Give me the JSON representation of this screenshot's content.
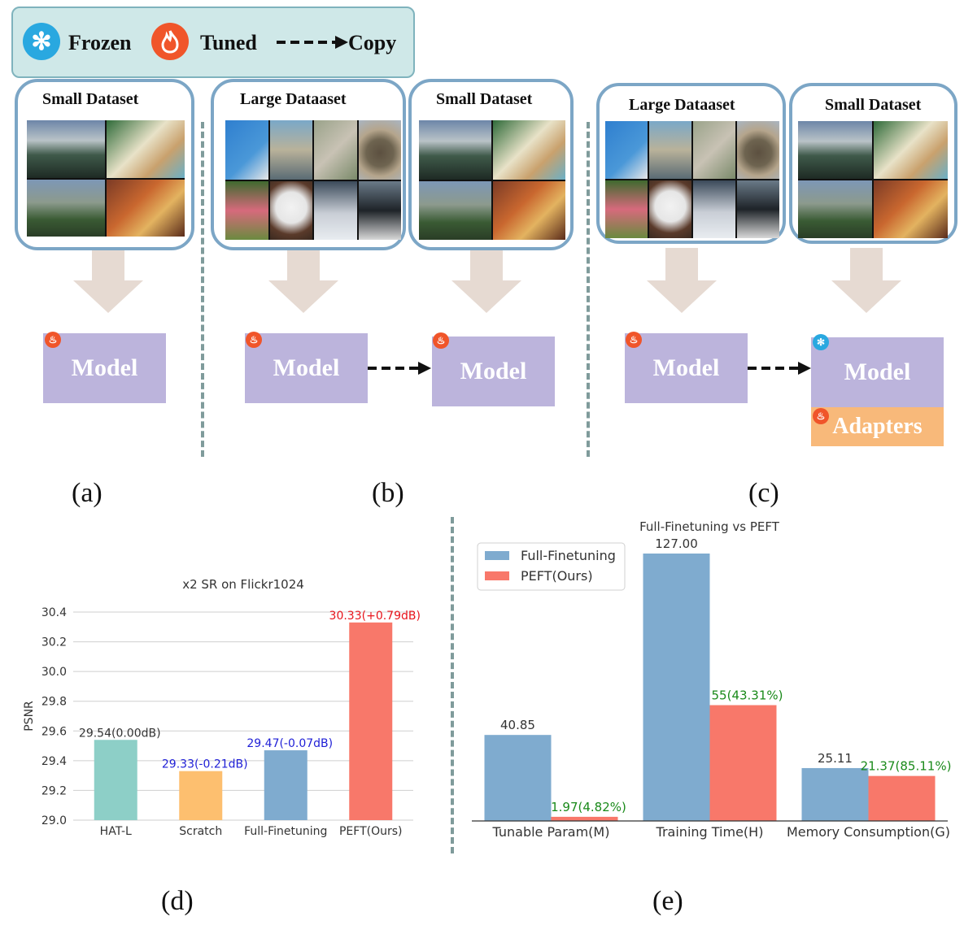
{
  "legend": {
    "frozen_label": "Frozen",
    "tuned_label": "Tuned",
    "copy_label": "Copy",
    "frozen_icon": "snowflake-icon",
    "tuned_icon": "flame-icon",
    "frozen_color": "#29a8e0",
    "tuned_color": "#f0552a"
  },
  "panels": {
    "a": {
      "label": "(a)",
      "dataset": "Small Dataset",
      "model": "Model"
    },
    "b": {
      "label": "(b)",
      "dataset_large": "Large Dataaset",
      "dataset_small": "Small Dataset",
      "model_1": "Model",
      "model_2": "Model"
    },
    "c": {
      "label": "(c)",
      "dataset_large": "Large Dataaset",
      "dataset_small": "Small Dataset",
      "model_1": "Model",
      "model_2": "Model",
      "adapters": "Adapters"
    },
    "d": {
      "label": "(d)"
    },
    "e": {
      "label": "(e)"
    }
  },
  "colors": {
    "model_fill": "#bcb4dc",
    "adapters_fill": "#f8b97a",
    "dataset_border": "#7ca6c6",
    "arrow_fill": "#e6dad2"
  },
  "chart_data": [
    {
      "type": "bar",
      "title": "x2 SR on Flickr1024",
      "xlabel": "",
      "ylabel": "PSNR",
      "ylim": [
        29.0,
        30.4
      ],
      "yticks": [
        "29.0",
        "29.2",
        "29.4",
        "29.6",
        "29.8",
        "30.0",
        "30.2",
        "30.4"
      ],
      "grid": true,
      "categories": [
        "HAT-L",
        "Scratch",
        "Full-Finetuning",
        "PEFT(Ours)"
      ],
      "values": [
        29.54,
        29.33,
        29.47,
        30.33
      ],
      "bar_colors": [
        "#8dcfc7",
        "#fdbf6f",
        "#7fabcf",
        "#f8786a"
      ],
      "data_labels": [
        "29.54(0.00dB)",
        "29.33(-0.21dB)",
        "29.47(-0.07dB)",
        "30.33(+0.79dB)"
      ],
      "data_label_colors": [
        "#333333",
        "#1f1fd6",
        "#1f1fd6",
        "#e8141b"
      ]
    },
    {
      "type": "bar",
      "title": "Full-Finetuning vs PEFT",
      "xlabel": "",
      "ylabel": "",
      "ylim": [
        0,
        127
      ],
      "legend_position": "top-left",
      "categories": [
        "Tunable Param(M)",
        "Training Time(H)",
        "Memory Consumption(G)"
      ],
      "series": [
        {
          "name": "Full-Finetuning",
          "color": "#7fabcf",
          "values": [
            40.85,
            127.0,
            25.11
          ],
          "labels": [
            "40.85",
            "127.00",
            "25.11"
          ],
          "label_color": "#333333"
        },
        {
          "name": "PEFT(Ours)",
          "color": "#f8786a",
          "values": [
            1.97,
            55,
            21.37
          ],
          "labels": [
            "1.97(4.82%)",
            "55(43.31%)",
            "21.37(85.11%)"
          ],
          "label_color": "#1a8a1a"
        }
      ]
    }
  ]
}
